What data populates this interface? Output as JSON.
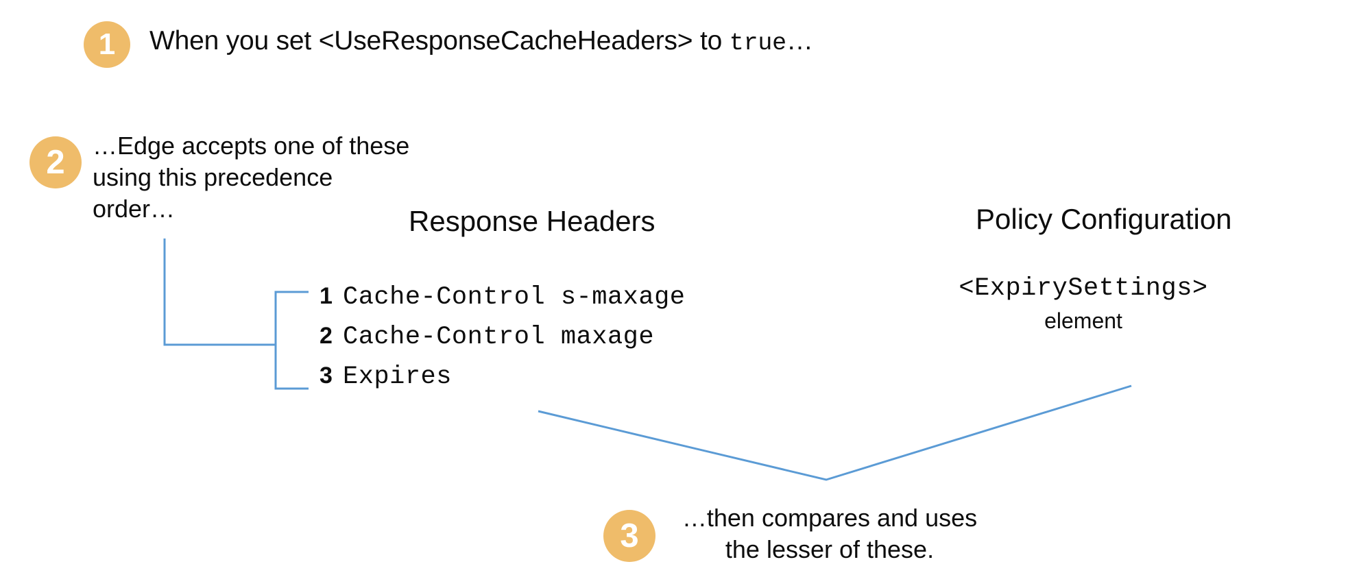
{
  "diagram": {
    "title": "Edge response cache header precedence",
    "accent_badge_color": "#efbc6a",
    "connector_color": "#5b9bd5",
    "background_color": "#ffffff",
    "text_color": "#0d0d0d"
  },
  "steps": [
    {
      "number": "1",
      "text_prefix": "When you set <UseResponseCacheHeaders> to ",
      "text_code": "true",
      "text_suffix": "…"
    },
    {
      "number": "2",
      "text": "…Edge accepts one of these using this precedence order…"
    },
    {
      "number": "3",
      "line1": "…then compares and uses",
      "line2": "the lesser of these."
    }
  ],
  "columns": {
    "response_headers": {
      "heading": "Response Headers",
      "items": [
        {
          "rank": "1",
          "label": "Cache-Control s-maxage"
        },
        {
          "rank": "2",
          "label": "Cache-Control maxage"
        },
        {
          "rank": "3",
          "label": "Expires"
        }
      ]
    },
    "policy_configuration": {
      "heading": "Policy Configuration",
      "element_code": "<ExpirySettings>",
      "element_word": "element"
    }
  }
}
